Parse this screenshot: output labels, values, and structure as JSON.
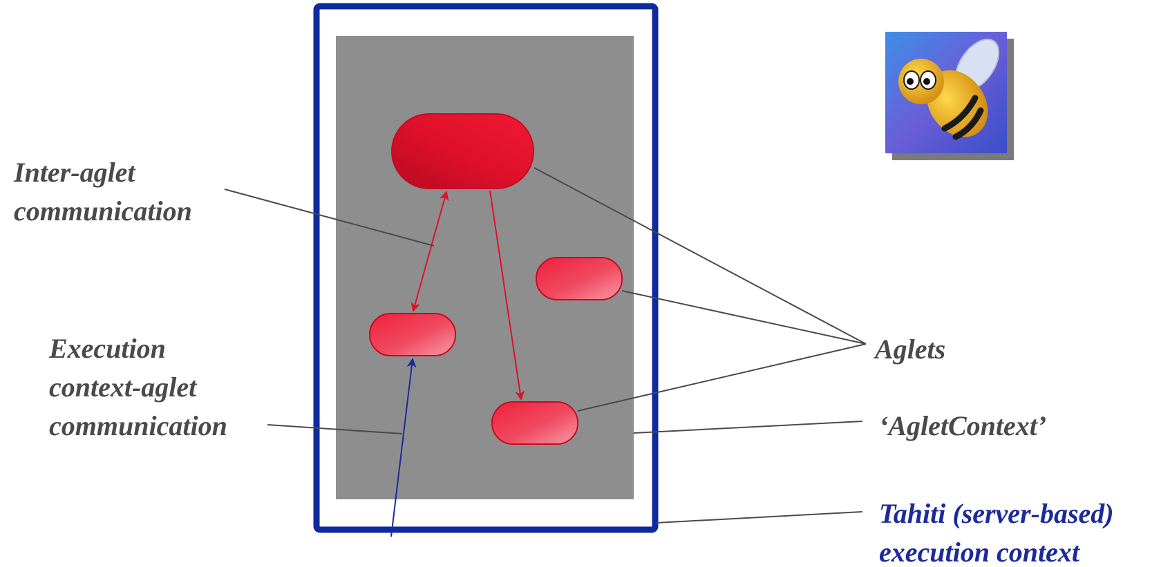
{
  "labels": {
    "inter_aglet": [
      "Inter-aglet",
      "communication"
    ],
    "execution_ctx": [
      "Execution",
      "context-aglet",
      "communication"
    ],
    "aglets": "Aglets",
    "aglet_context": "‘AgletContext’",
    "tahiti": [
      "Tahiti (server-based)",
      "execution context"
    ]
  },
  "icons": {
    "bee": "bee-aglet-icon"
  },
  "colors": {
    "frame_border": "#0d2a9e",
    "context_fill": "#8e8e8e",
    "aglet_fill": "#e8203a",
    "arrow_red": "#e0102a",
    "arrow_blue": "#1c2a9a",
    "leader_line": "#4a4a4a",
    "label_gray": "#4a4a4a",
    "label_blue": "#1c2a9a"
  }
}
